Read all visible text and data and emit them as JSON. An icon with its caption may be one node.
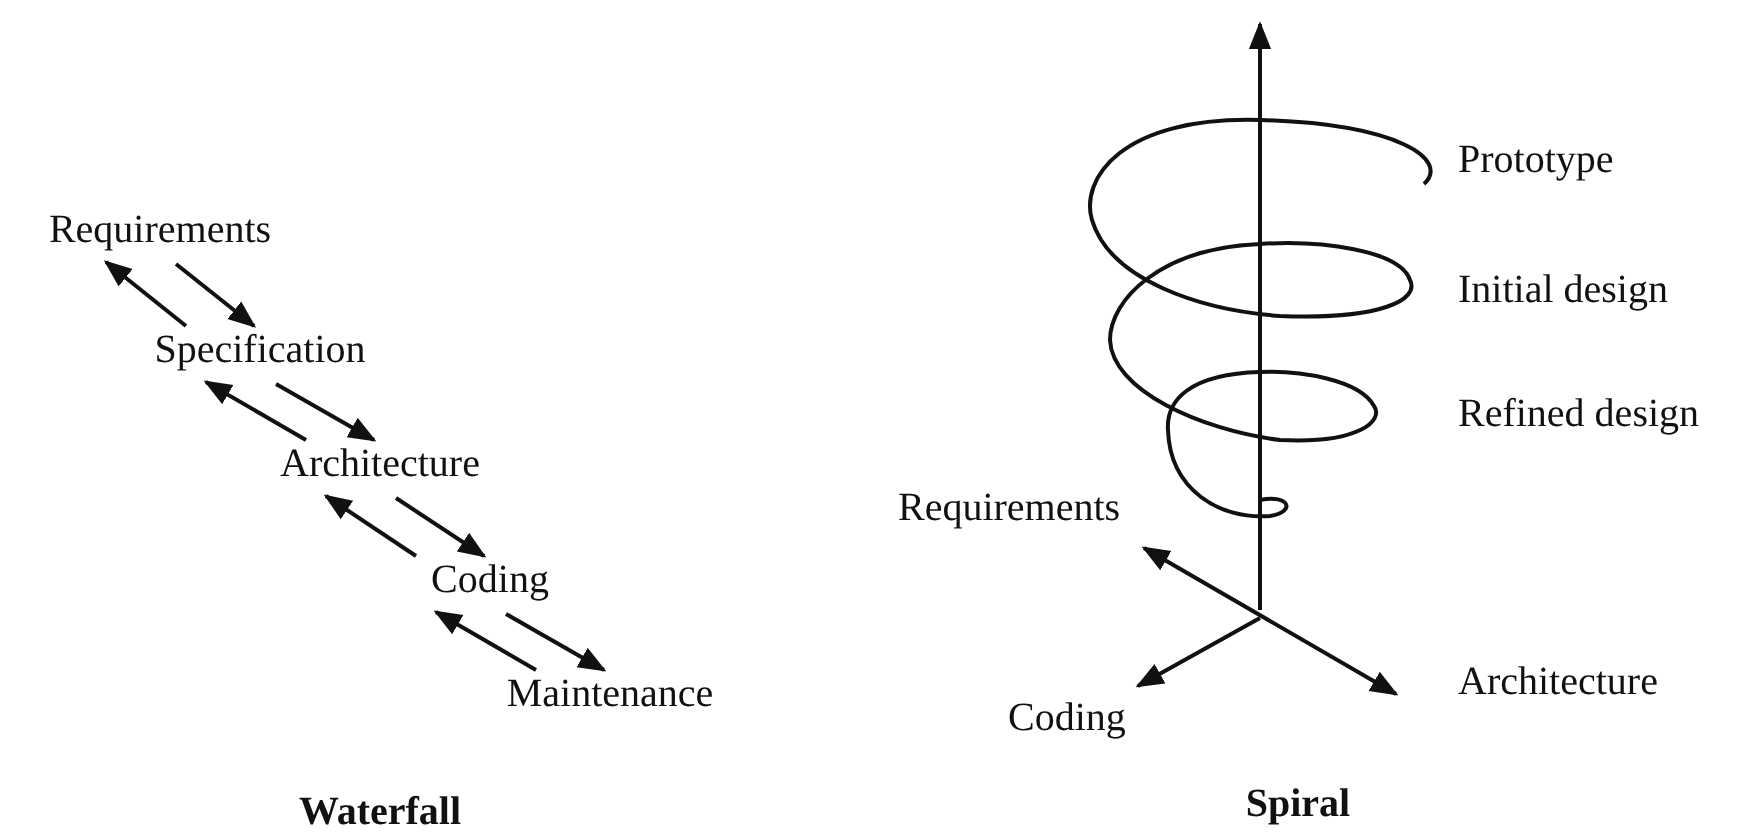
{
  "diagram": {
    "nodes": [
      {
        "text": [
          "Requirements"
        ]
      },
      {
        "text": [
          "Specification"
        ]
      },
      {
        "text": [
          "Architecture"
        ]
      },
      {
        "text": [
          "Coding"
        ]
      },
      {
        "text": [
          "Maintenance"
        ]
      }
    ],
    "edges": [
      {
        "from": 1,
        "to": 0,
        "arrow": "to"
      },
      {
        "from": 0,
        "to": 1,
        "arrow": "to"
      },
      {
        "from": 2,
        "to": 1,
        "arrow": "to"
      },
      {
        "from": 1,
        "to": 2,
        "arrow": "to"
      },
      {
        "from": 3,
        "to": 2,
        "arrow": "to"
      },
      {
        "from": 2,
        "to": 3,
        "arrow": "to"
      },
      {
        "from": 4,
        "to": 3,
        "arrow": "to"
      },
      {
        "from": 3,
        "to": 4,
        "arrow": "to"
      }
    ],
    "labels": [
      "Prototype",
      "Initial design",
      "Refined design",
      "Requirements",
      "Architecture",
      "Coding",
      "Waterfall",
      "Spiral"
    ]
  }
}
